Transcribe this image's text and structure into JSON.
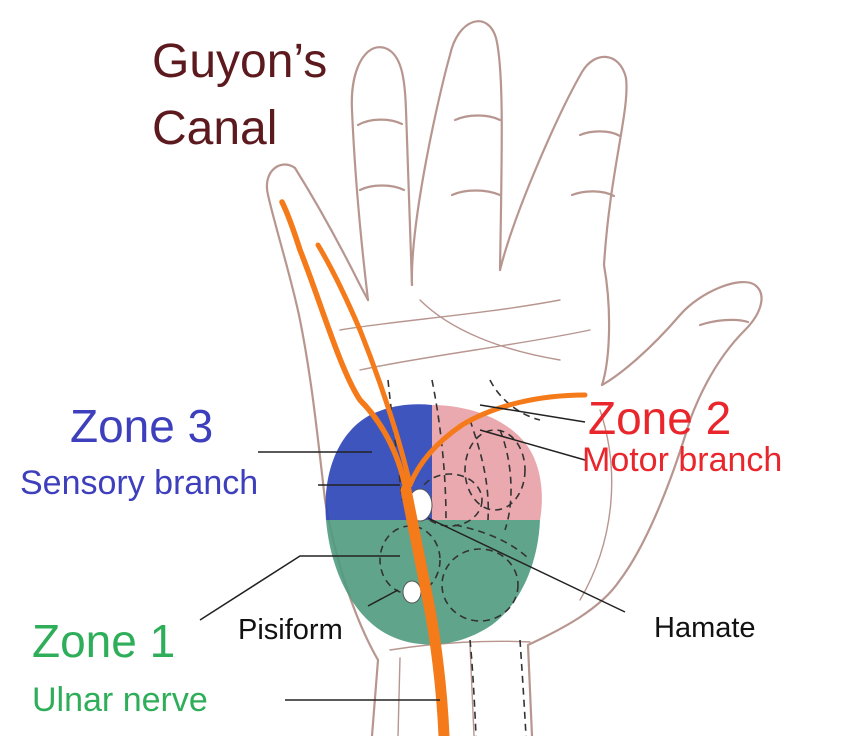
{
  "title": {
    "line1": "Guyon’s",
    "line2": "Canal"
  },
  "zones": [
    {
      "name": "Zone 1",
      "desc": "Ulnar nerve"
    },
    {
      "name": "Zone 2",
      "desc": "Motor branch"
    },
    {
      "name": "Zone 3",
      "desc": "Sensory branch"
    }
  ],
  "bones": {
    "pisiform": "Pisiform",
    "hamate": "Hamate"
  },
  "colors": {
    "title": "#5c1a1e",
    "zone1": "#2fae5a",
    "zone2": "#e8262c",
    "zone3": "#3d3fbd",
    "zone1_fill": "#4f9a80",
    "zone2_fill": "#e8a0a6",
    "zone3_fill": "#2f46b8",
    "nerve": "#f47a1a",
    "outline": "#b89690",
    "leader": "#222222"
  },
  "icons": [
    "hand-illustration",
    "ulnar-nerve-path"
  ]
}
